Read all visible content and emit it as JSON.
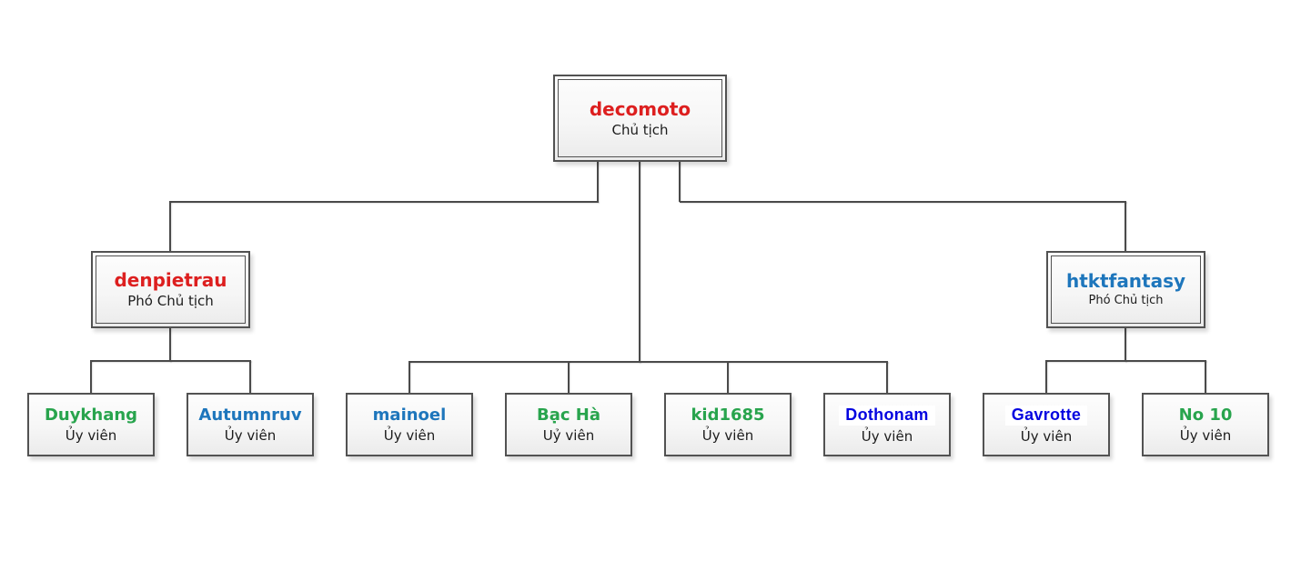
{
  "diagram_type": "org-chart",
  "colors": {
    "red_name": "#dd1f1f",
    "blue_name": "#1e76bc",
    "green_name": "#28a44d",
    "pure_blue_name": "#0505e0",
    "connector_line": "#4a4a4a",
    "box_border": "#525252"
  },
  "nodes": [
    {
      "name": "decomoto",
      "role": "Chủ tịch",
      "name_color": "#dd1f1f",
      "reports_to": null
    },
    {
      "name": "denpietrau",
      "role": "Phó Chủ tịch",
      "name_color": "#dd1f1f",
      "reports_to": "decomoto"
    },
    {
      "name": "htktfantasy",
      "role": "Phó Chủ tịch",
      "name_color": "#1e76bc",
      "reports_to": "decomoto"
    },
    {
      "name": "Duykhang",
      "role": "Ủy viên",
      "name_color": "#28a44d",
      "reports_to": "denpietrau"
    },
    {
      "name": "Autumnruv",
      "role": "Ủy viên",
      "name_color": "#1e76bc",
      "reports_to": "denpietrau"
    },
    {
      "name": "mainoel",
      "role": "Ủy viên",
      "name_color": "#1e76bc",
      "reports_to": "decomoto"
    },
    {
      "name": "Bạc Hà",
      "role": "Uỷ viên",
      "name_color": "#28a44d",
      "reports_to": "decomoto"
    },
    {
      "name": "kid1685",
      "role": "Ủy viên",
      "name_color": "#28a44d",
      "reports_to": "decomoto"
    },
    {
      "name": "Dothonam",
      "role": "Ủy viên",
      "name_color": "#0505e0",
      "reports_to": "decomoto"
    },
    {
      "name": "Gavrotte",
      "role": "Ủy viên",
      "name_color": "#0505e0",
      "reports_to": "htktfantasy"
    },
    {
      "name": "No 10",
      "role": "Ủy viên",
      "name_color": "#28a44d",
      "reports_to": "htktfantasy"
    }
  ]
}
